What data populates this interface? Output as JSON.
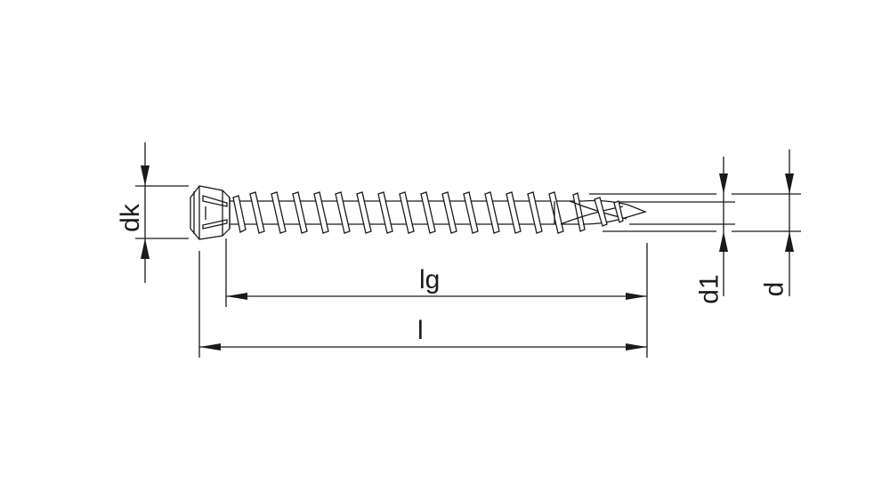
{
  "diagram": {
    "type": "technical-drawing",
    "subject": "wood screw with countersunk ribbed head",
    "line_color": "#1a1a1a",
    "background": "#ffffff"
  },
  "dimensions": {
    "dk": "dk",
    "lg": "lg",
    "l": "l",
    "d1": "d1",
    "d": "d"
  }
}
